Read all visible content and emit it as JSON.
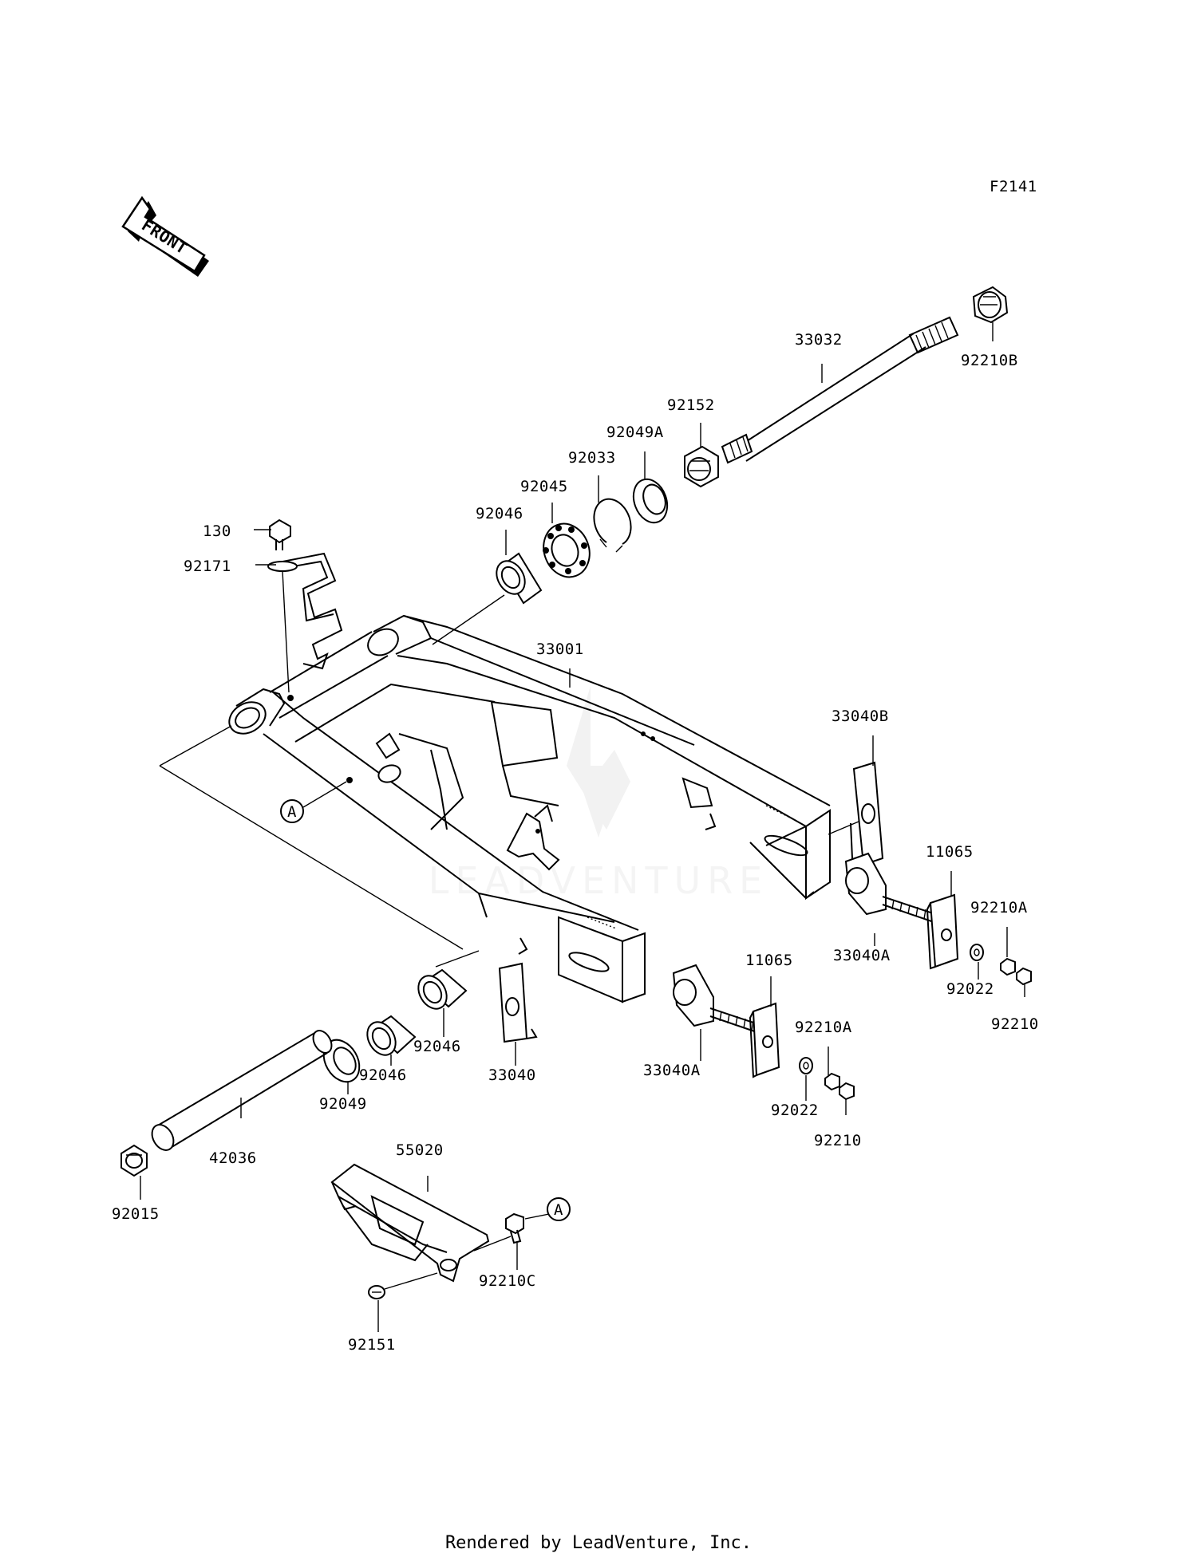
{
  "figure_code": "F2141",
  "front_label": "FRONT",
  "watermark": "LEADVENTURE",
  "footer": "Rendered by LeadVenture, Inc.",
  "ref_marker": "A",
  "callouts": [
    {
      "key": "c_92210B",
      "text": "92210B"
    },
    {
      "key": "c_33032",
      "text": "33032"
    },
    {
      "key": "c_92152",
      "text": "92152"
    },
    {
      "key": "c_92049A",
      "text": "92049A"
    },
    {
      "key": "c_92033",
      "text": "92033"
    },
    {
      "key": "c_92045",
      "text": "92045"
    },
    {
      "key": "c_92046_top",
      "text": "92046"
    },
    {
      "key": "c_130",
      "text": "130"
    },
    {
      "key": "c_92171",
      "text": "92171"
    },
    {
      "key": "c_33001",
      "text": "33001"
    },
    {
      "key": "c_33040B",
      "text": "33040B"
    },
    {
      "key": "c_11065_r",
      "text": "11065"
    },
    {
      "key": "c_92210A_r",
      "text": "92210A"
    },
    {
      "key": "c_33040A_r",
      "text": "33040A"
    },
    {
      "key": "c_92022_r",
      "text": "92022"
    },
    {
      "key": "c_92210_r",
      "text": "92210"
    },
    {
      "key": "c_11065_m",
      "text": "11065"
    },
    {
      "key": "c_92210A_m",
      "text": "92210A"
    },
    {
      "key": "c_33040A_m",
      "text": "33040A"
    },
    {
      "key": "c_92022_m",
      "text": "92022"
    },
    {
      "key": "c_92210_m",
      "text": "92210"
    },
    {
      "key": "c_92046_a",
      "text": "92046"
    },
    {
      "key": "c_92046_b",
      "text": "92046"
    },
    {
      "key": "c_33040",
      "text": "33040"
    },
    {
      "key": "c_92049",
      "text": "92049"
    },
    {
      "key": "c_42036",
      "text": "42036"
    },
    {
      "key": "c_92015",
      "text": "92015"
    },
    {
      "key": "c_55020",
      "text": "55020"
    },
    {
      "key": "c_92210C",
      "text": "92210C"
    },
    {
      "key": "c_92151",
      "text": "92151"
    }
  ]
}
